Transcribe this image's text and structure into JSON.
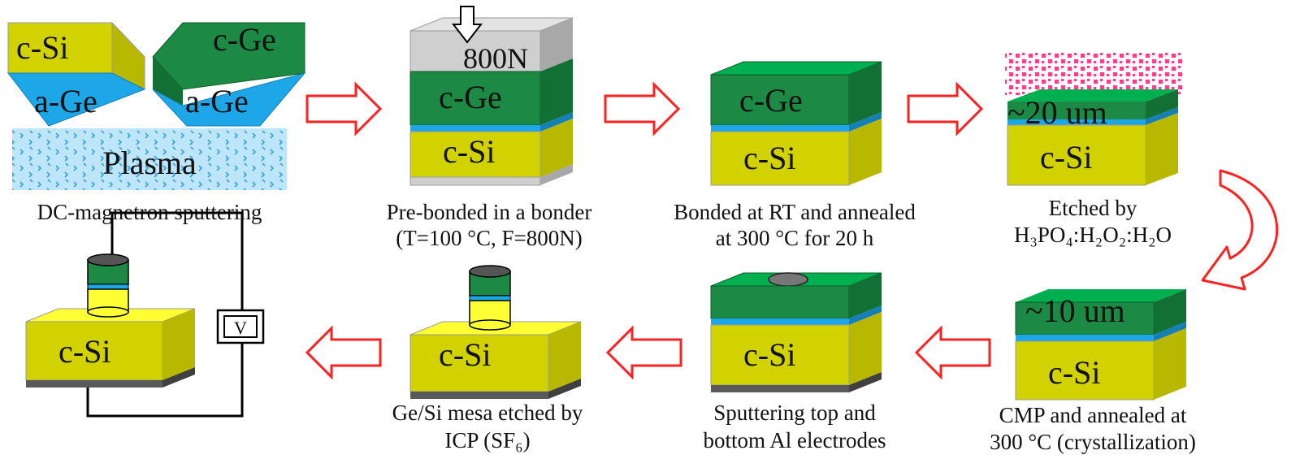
{
  "colors": {
    "si_top": "#ffff33",
    "si_front": "#d2d200",
    "si_side": "#b8b800",
    "ge_top": "#00b050",
    "ge_front": "#1c8a44",
    "ge_side": "#137034",
    "ag": "#1ea7e8",
    "plasma": "#bde6fb",
    "press": "#c8c8c8",
    "al": "#5a5a5a",
    "etch": "#ff4f8f",
    "arrow": "#ff2020"
  },
  "stage1": {
    "csi_label": "c-Si",
    "cge_label": "c-Ge",
    "age_left_label": "a-Ge",
    "age_right_label": "a-Ge",
    "plasma_label": "Plasma",
    "caption": "DC-magnetron sputtering"
  },
  "stage2": {
    "force_label": "800N",
    "cge_label": "c-Ge",
    "csi_label": "c-Si",
    "caption_line1": "Pre-bonded in a bonder",
    "caption_line2": "(T=100 °C, F=800N)"
  },
  "stage3": {
    "cge_label": "c-Ge",
    "csi_label": "c-Si",
    "caption_line1": "Bonded at RT and annealed",
    "caption_line2": "at 300 °C for 20 h"
  },
  "stage4": {
    "thickness_label": "~20 um",
    "csi_label": "c-Si",
    "caption_line1": "Etched by",
    "caption_line2": "H₃PO₄:H₂O₂:H₂O"
  },
  "stage5": {
    "thickness_label": "~10 um",
    "csi_label": "c-Si",
    "caption_line1": "CMP and annealed at",
    "caption_line2": "300 °C (crystallization)"
  },
  "stage6": {
    "csi_label": "c-Si",
    "caption_line1": "Sputtering top and",
    "caption_line2": "bottom Al electrodes"
  },
  "stage7": {
    "csi_label": "c-Si",
    "caption_line1": "Ge/Si mesa etched by",
    "caption_line2": "ICP (SF₆)"
  },
  "stage8": {
    "csi_label": "c-Si",
    "meter_label": "V"
  }
}
